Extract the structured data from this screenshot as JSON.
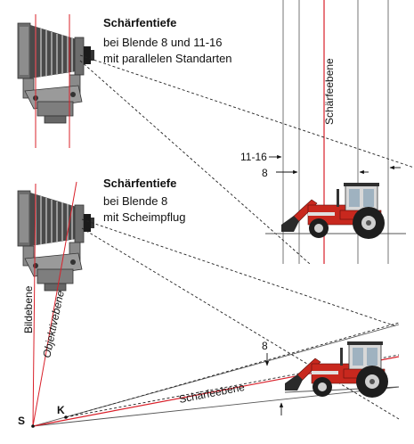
{
  "panel_top": {
    "title": "Schärfentiefe",
    "line2": "bei Blende 8 und 11-16",
    "line3": "mit parallelen Standarten",
    "plane_label": "Schärfeebene",
    "label_wide": "11-16",
    "label_narrow": "8"
  },
  "panel_bottom": {
    "title": "Schärfentiefe",
    "line2": "bei Blende 8",
    "line3": "mit Scheimpflug",
    "image_plane_label": "Bildebene",
    "lens_plane_label": "Objektivebene",
    "focus_plane_label": "Schärfeebene",
    "aperture_label": "8",
    "point_s": "S",
    "point_k": "K"
  },
  "colors": {
    "focus_line": "#d9202a",
    "tractor_red": "#c8281e",
    "camera_gray": "#7a7a7a"
  },
  "icons": [
    "view-camera-icon",
    "tractor-icon"
  ]
}
